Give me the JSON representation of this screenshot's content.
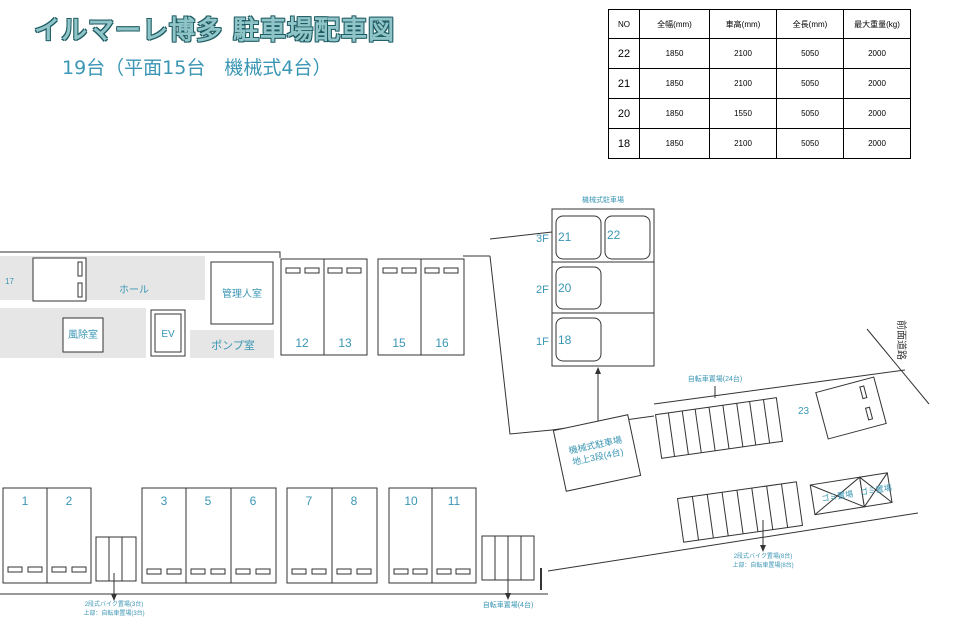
{
  "title": "イルマーレ博多 駐車場配車図",
  "subtitle": "19台（平面15台　機械式4台）",
  "spec_table": {
    "headers": [
      "NO",
      "全幅(mm)",
      "車高(mm)",
      "全長(mm)",
      "最大重量(kg)"
    ],
    "rows": [
      [
        "22",
        "1850",
        "2100",
        "5050",
        "2000"
      ],
      [
        "21",
        "1850",
        "2100",
        "5050",
        "2000"
      ],
      [
        "20",
        "1850",
        "1550",
        "5050",
        "2000"
      ],
      [
        "18",
        "1850",
        "2100",
        "5050",
        "2000"
      ]
    ]
  },
  "plan": {
    "space_17": "17",
    "hall": "ホール",
    "management": "管理人室",
    "wind_room": "風除室",
    "ev": "EV",
    "pump_room": "ポンプ室",
    "spaces_upper": [
      "12",
      "13",
      "15",
      "16"
    ],
    "mech_title": "機械式駐車場",
    "floor_3": "3F",
    "floor_2": "2F",
    "floor_1": "1F",
    "mech_spaces": [
      "21",
      "22",
      "20",
      "18"
    ],
    "front_road": "前面道路",
    "bike_24": "自転車置場(24台)",
    "space_23": "23",
    "mech_underground_1": "機械式駐車場",
    "mech_underground_2": "地上3段(4台)",
    "garbage_1": "ゴミ置場",
    "garbage_2": "ゴミ置場",
    "spaces_lower": [
      "1",
      "2",
      "3",
      "5",
      "6",
      "7",
      "8",
      "10",
      "11"
    ],
    "bike_left_1": "2段式バイク置場(3台)",
    "bike_left_2": "上部：自転車置場(3台)",
    "bike_mid": "自転車置場(4台)",
    "bike_right_1": "2段式バイク置場(8台)",
    "bike_right_2": "上部：自転車置場(8台)"
  }
}
